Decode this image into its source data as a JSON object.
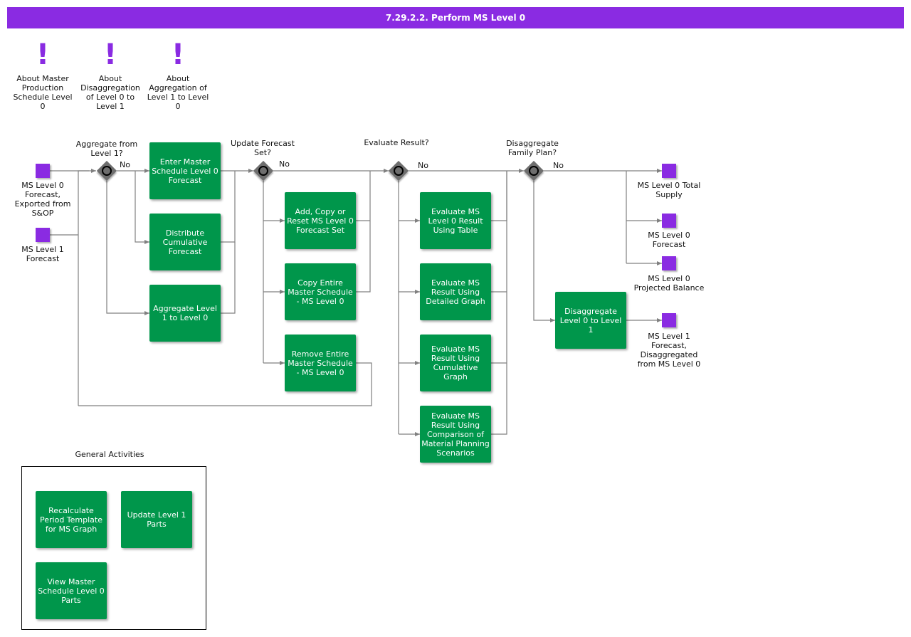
{
  "title": "7.29.2.2. Perform MS Level 0",
  "notes": [
    {
      "id": "note-mps",
      "label": "About Master Production Schedule Level 0"
    },
    {
      "id": "note-disagg",
      "label": "About Disaggregation of Level 0 to Level 1"
    },
    {
      "id": "note-agg",
      "label": "About Aggregation of Level 1 to Level 0"
    }
  ],
  "inputs": {
    "ms_level0_forecast": "MS Level 0 Forecast, Exported from S&OP",
    "ms_level1_forecast": "MS Level 1 Forecast"
  },
  "gateways": {
    "g1": {
      "label": "Aggregate from Level 1?",
      "no": "No"
    },
    "g2": {
      "label": "Update Forecast Set?",
      "no": "No"
    },
    "g3": {
      "label": "Evaluate Result?",
      "no": "No"
    },
    "g4": {
      "label": "Disaggregate Family Plan?",
      "no": "No"
    }
  },
  "activities": {
    "enter_master": "Enter Master Schedule Level 0 Forecast",
    "distribute": "Distribute Cumulative Forecast",
    "aggregate": "Aggregate Level 1 to Level 0",
    "add_copy_reset": "Add, Copy or Reset MS Level 0 Forecast Set",
    "copy_entire": "Copy Entire Master Schedule - MS Level 0",
    "remove_entire": "Remove Entire Master Schedule - MS Level 0",
    "eval_table": "Evaluate MS Level 0 Result Using Table",
    "eval_detailed": "Evaluate MS Result Using Detailed Graph",
    "eval_cumulative": "Evaluate MS Result Using Cumulative Graph",
    "eval_comparison": "Evaluate MS Result Using Comparison of Material Planning Scenarios",
    "disaggregate": "Disaggregate Level 0 to Level 1"
  },
  "outputs": {
    "total_supply": "MS Level 0 Total Supply",
    "forecast": "MS Level 0 Forecast",
    "projected_balance": "MS Level 0 Projected Balance",
    "level1_disagg": "MS Level 1 Forecast, Disaggregated from MS Level 0"
  },
  "general": {
    "label": "General Activities",
    "recalculate": "Recalculate Period Template for MS Graph",
    "update_parts": "Update Level 1 Parts",
    "view_parts": "View Master Schedule Level 0 Parts"
  },
  "colors": {
    "title_bar": "#8a2be2",
    "activity": "#00964b",
    "data_object": "#8a2be2",
    "gateway": "#6e6e6e",
    "connector": "#808080"
  }
}
